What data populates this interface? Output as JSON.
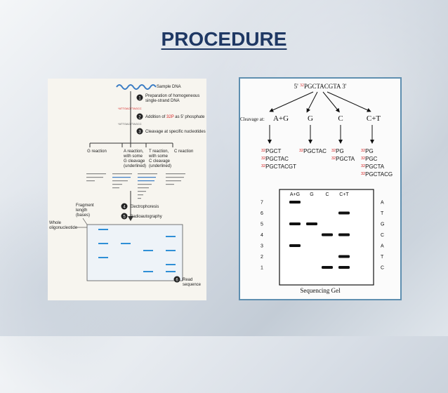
{
  "title": "PROCEDURE",
  "left_figure": {
    "sample_label": "Sample DNA",
    "steps": [
      {
        "num": "1",
        "text_line1": "Preparation of homogeneous",
        "text_line2": "single-strand DNA"
      },
      {
        "num": "2",
        "text_prefix": "Addition of ",
        "text_iso": "32P",
        "text_suffix": " as 5' phosphate"
      },
      {
        "num": "3",
        "text_line1": "Cleavage at specific nucleotides"
      },
      {
        "num": "4",
        "text_line1": "Electrophoresis"
      },
      {
        "num": "5",
        "text_line1": "Radioautography"
      },
      {
        "num": "6",
        "text_line1": "Read",
        "text_line2": "sequence"
      }
    ],
    "seq_top": "*ATTGACTTAGCC",
    "seq_mid": "*ATTGACTTAGCC",
    "reactions": [
      {
        "l1": "G reaction",
        "l2": "",
        "l3": ""
      },
      {
        "l1": "A reaction,",
        "l2": "with some",
        "l3": "G cleavage",
        "l4": "(underlined)"
      },
      {
        "l1": "T reaction,",
        "l2": "with some",
        "l3": "C cleavage",
        "l4": "(underlined)"
      },
      {
        "l1": "C reaction",
        "l2": "",
        "l3": ""
      }
    ],
    "fragment_label": [
      "Fragment",
      "length",
      "(bases)"
    ],
    "whole_label": [
      "Whole",
      "oligonucleotide"
    ]
  },
  "right_figure": {
    "top_seq_prefix": "5' ",
    "top_seq_iso": "32",
    "top_seq_body": "PGCTACGTA 3'",
    "cleave_label": "Cleavage at:",
    "reactions": [
      "A+G",
      "G",
      "C",
      "C+T"
    ],
    "products": {
      "ag": [
        "PGCT",
        "PGCTAC",
        "PGCTACGT"
      ],
      "g": [
        "PGCTAC"
      ],
      "c": [
        "PG",
        "PGCTA"
      ],
      "ct": [
        "PG",
        "PGC",
        "PGCTA",
        "PGCTACG"
      ]
    },
    "iso": "32",
    "gel": {
      "lanes": [
        "A+G",
        "G",
        "C",
        "C+T"
      ],
      "rows": [
        "7",
        "6",
        "5",
        "4",
        "3",
        "2",
        "1"
      ],
      "bases": [
        "A",
        "T",
        "G",
        "C",
        "A",
        "T",
        "C"
      ],
      "bands": [
        {
          "row": 7,
          "lanes": [
            0
          ]
        },
        {
          "row": 6,
          "lanes": [
            3
          ]
        },
        {
          "row": 5,
          "lanes": [
            0,
            1
          ]
        },
        {
          "row": 4,
          "lanes": [
            2,
            3
          ]
        },
        {
          "row": 3,
          "lanes": [
            0
          ]
        },
        {
          "row": 2,
          "lanes": [
            3
          ]
        },
        {
          "row": 1,
          "lanes": [
            2,
            3
          ]
        }
      ],
      "caption": "Sequencing Gel"
    }
  },
  "colors": {
    "title": "#1f3864",
    "isotope": "#d62020",
    "step_circle": "#222222",
    "gel_band_left": "#2f8fd6"
  }
}
